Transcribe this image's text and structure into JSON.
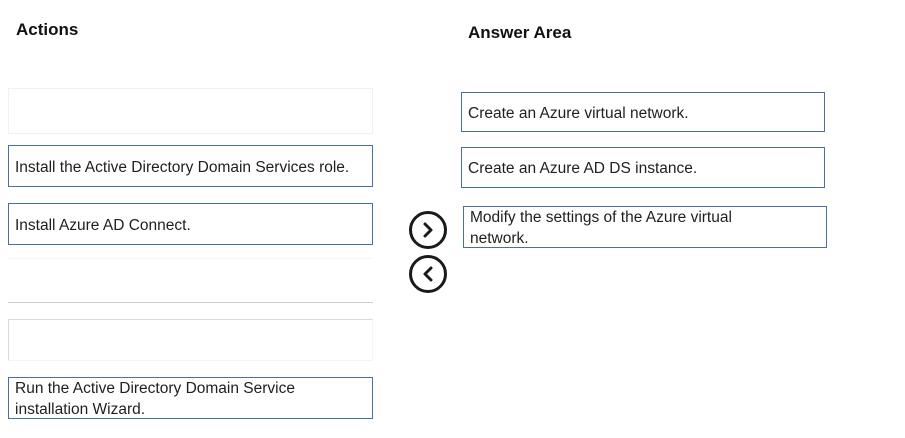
{
  "actions": {
    "heading": "Actions",
    "items": [
      {
        "label": ""
      },
      {
        "label": "Install the Active Directory Domain Services role."
      },
      {
        "label": "Install Azure AD Connect."
      },
      {
        "label": ""
      },
      {
        "label": ""
      },
      {
        "label": "Run the Active Directory Domain Service installation Wizard."
      }
    ]
  },
  "answer_area": {
    "heading": "Answer Area",
    "items": [
      {
        "label": "Create an Azure virtual network."
      },
      {
        "label": "Create an Azure AD DS instance."
      },
      {
        "label": "Modify the settings of the Azure virtual network."
      }
    ]
  },
  "controls": {
    "move_right_icon": "chevron-right-circle-icon",
    "move_left_icon": "chevron-left-circle-icon"
  }
}
